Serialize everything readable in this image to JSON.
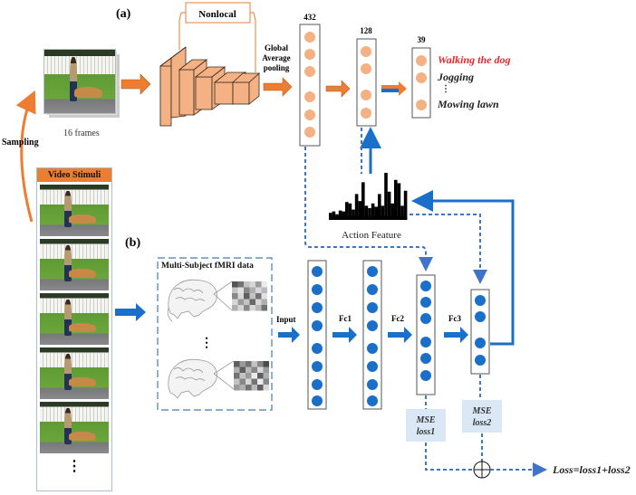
{
  "panel_labels": {
    "a": "(a)",
    "b": "(b)"
  },
  "top": {
    "frames_caption": "16 frames",
    "sampling_label": "Sampling",
    "nonlocal_label": "Nonlocal",
    "gap_label_lines": [
      "Global",
      "Average",
      "pooling"
    ],
    "layer_sizes": {
      "l432": "432",
      "l128": "128",
      "l39": "39"
    },
    "classes": {
      "highlight": "Walking the dog",
      "second": "Jogging",
      "ellipsis": "⋮",
      "last": "Mowing lawn"
    },
    "action_feature_label": "Action Feature",
    "action_feature_bars": [
      0.15,
      0.18,
      0.12,
      0.2,
      0.18,
      0.38,
      0.35,
      0.22,
      0.55,
      0.4,
      0.8,
      0.3,
      0.25,
      0.35,
      0.28,
      0.55,
      0.3,
      1.0,
      0.6,
      0.35,
      0.85,
      0.78,
      0.3,
      0.62
    ]
  },
  "video_stimuli": {
    "title": "Video Stimuli",
    "frame_count_shown": 5,
    "ellipsis": "⋮"
  },
  "bottom": {
    "fmri_title": "Multi-Subject fMRI data",
    "fmri_ellipsis": "⋮",
    "arrow_labels": {
      "input": "Input",
      "fc1": "Fc1",
      "fc2": "Fc2",
      "fc3": "Fc3"
    },
    "mse1": [
      "MSE",
      "loss1"
    ],
    "mse2": [
      "MSE",
      "loss2"
    ],
    "loss_label": "Loss=loss1+loss2",
    "matrix1": [
      0.85,
      0.7,
      0.3,
      0.2,
      0.5,
      0.1,
      0.3,
      0.15,
      0.6,
      0.4,
      0.2,
      0.35,
      0.6,
      0.2,
      0.8,
      0.3,
      0.7,
      0.15,
      0.2,
      0.5,
      0.3,
      0.75,
      0.2,
      0.4,
      0.4,
      0.2,
      0.6,
      0.2,
      0.35,
      0.7
    ],
    "matrix2": [
      0.8,
      0.5,
      0.7,
      0.3,
      0.6,
      0.9,
      0.4,
      0.8,
      0.35,
      0.6,
      0.2,
      0.5,
      0.7,
      0.3,
      0.5,
      0.1,
      0.8,
      0.4,
      0.3,
      0.6,
      0.2,
      0.7,
      0.1,
      0.6,
      0.5,
      0.4,
      0.7,
      0.35,
      0.8,
      0.2
    ]
  },
  "colors": {
    "orange": "#ed7d31",
    "orange_light": "#f4b183",
    "blue": "#1a6fc8",
    "blue_dash": "#3f74c8",
    "red_label": "#e8282c",
    "mse_box": "#dae8f5"
  }
}
